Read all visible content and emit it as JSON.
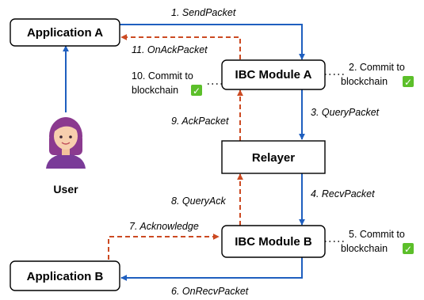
{
  "nodes": {
    "app_a": "Application A",
    "ibc_a": "IBC Module A",
    "relayer": "Relayer",
    "ibc_b": "IBC Module B",
    "app_b": "Application B",
    "user": "User"
  },
  "edges": {
    "e1": "1. SendPacket",
    "e3": "3. QueryPacket",
    "e4": "4. RecvPacket",
    "e6": "6. OnRecvPacket",
    "e7": "7. Acknowledge",
    "e8": "8. QueryAck",
    "e9": "9. AckPacket",
    "e11": "11. OnAckPacket"
  },
  "notes": {
    "n2_line1": "2. Commit to",
    "n2_line2": "blockchain",
    "n5_line1": "5. Commit to",
    "n5_line2": "blockchain",
    "n10_line1": "10. Commit to",
    "n10_line2": "blockchain",
    "check_glyph": "✓"
  },
  "icons": {
    "user": "user-avatar-icon",
    "check": "green-check-icon"
  },
  "colors": {
    "request_arrow": "#1f5fbf",
    "ack_arrow": "#cc4a22",
    "check_bg": "#5cbf2a"
  }
}
